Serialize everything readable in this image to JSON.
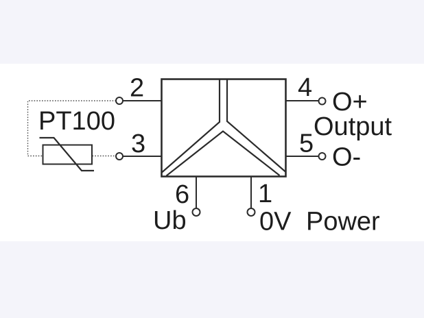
{
  "colors": {
    "page_background": "#f4f4fa",
    "panel": "#ffffff",
    "line": "#2b2b2b",
    "dotted": "#4d4d4d",
    "text": "#1d1d1d"
  },
  "diagram": {
    "sensor": {
      "label": "PT100"
    },
    "terminals": {
      "t2": {
        "number": "2"
      },
      "t3": {
        "number": "3"
      },
      "t4": {
        "number": "4",
        "label": "O+"
      },
      "t5": {
        "number": "5",
        "label": "O-"
      },
      "t6": {
        "number": "6",
        "label": "Ub"
      },
      "t1": {
        "number": "1",
        "label": "0V"
      }
    },
    "groups": {
      "output": "Output",
      "power": "Power"
    }
  }
}
